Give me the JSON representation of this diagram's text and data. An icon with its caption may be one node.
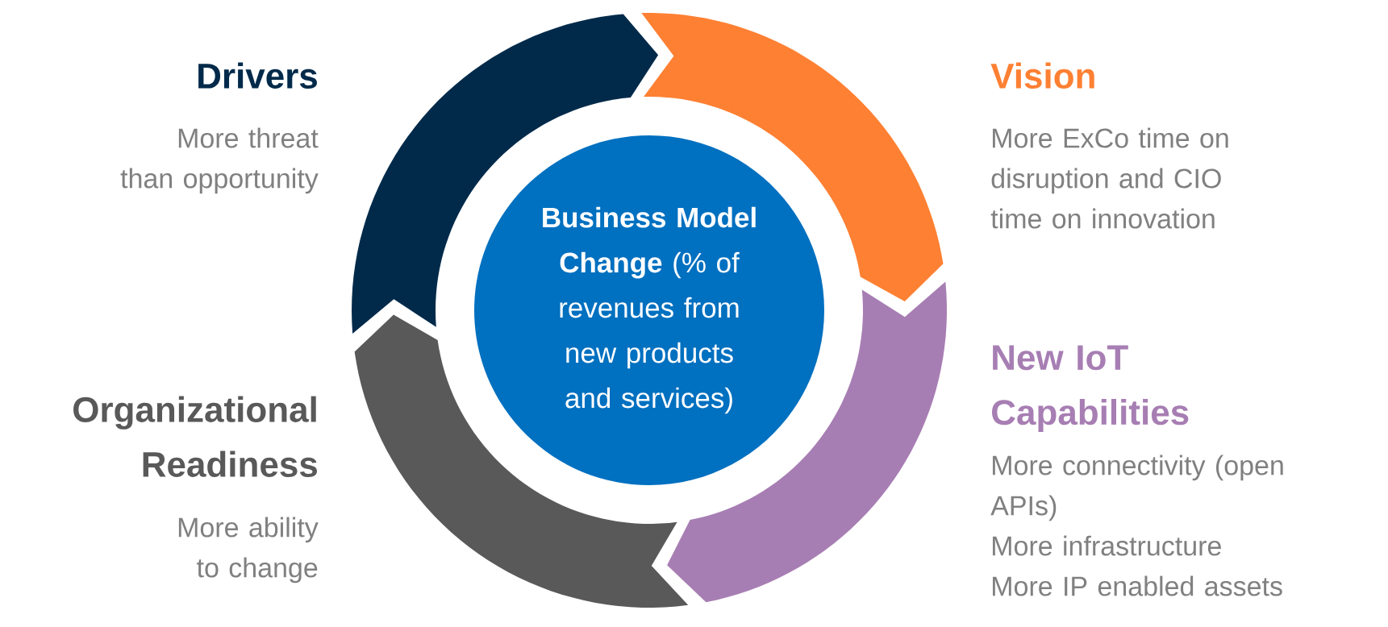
{
  "diagram": {
    "nodes": [
      {
        "text": [
          "**Business Model Change** (% of revenues from new products and services)"
        ]
      }
    ],
    "labels": [
      "Drivers",
      "More threat than opportunity",
      "Vision",
      "More ExCo time on disruption and CIO time on innovation",
      "New IoT Capabilities",
      "More connectivity (open APIs)",
      "More infrastructure",
      "More IP enabled assets",
      "Organizational Readiness",
      "More ability to change"
    ]
  }
}
